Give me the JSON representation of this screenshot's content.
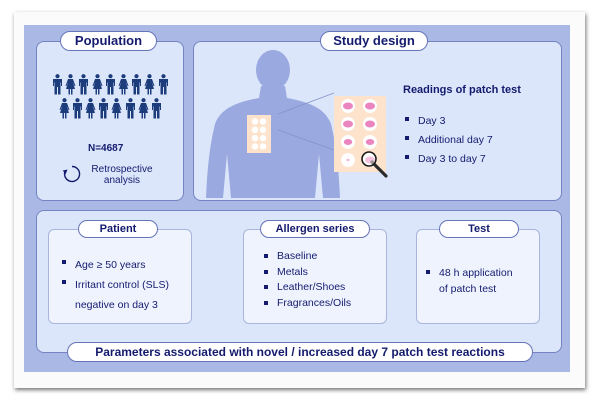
{
  "colors": {
    "frame": "#aab8e6",
    "panel": "#dbe6fb",
    "inner_panel": "#eef3fe",
    "text": "#141b6e",
    "people": "#1d3c7c",
    "silhouette": "#9aa9df",
    "patch": "#fde3cc",
    "reaction": "#e878b8"
  },
  "population": {
    "title": "Population",
    "people_icons": {
      "row1": [
        "male",
        "female",
        "male",
        "female",
        "male",
        "female",
        "male",
        "female",
        "male"
      ],
      "row2": [
        "female",
        "male",
        "female",
        "male",
        "female",
        "male",
        "female",
        "male"
      ]
    },
    "n_label": "N=4687",
    "cycle_icon": "refresh-cycle-icon",
    "method_line1": "Retrospective",
    "method_line2": "analysis"
  },
  "study_design": {
    "title": "Study design",
    "readings_title": "Readings of patch test",
    "readings": [
      "Day 3",
      "Additional day 7",
      "Day 3 to day 7"
    ],
    "patch_reactions": [
      [
        "strong",
        "strong"
      ],
      [
        "strong",
        "strong"
      ],
      [
        "medium",
        "medium"
      ],
      [
        "faint",
        "strong"
      ]
    ]
  },
  "parameters": {
    "title": "Parameters associated with novel / increased day 7 patch test reactions",
    "patient": {
      "title": "Patient",
      "items": [
        "Age ≥ 50 years",
        "Irritant control (SLS)"
      ],
      "continuation": "negative on day 3"
    },
    "allergen": {
      "title": "Allergen series",
      "items": [
        "Baseline",
        "Metals",
        "Leather/Shoes",
        "Fragrances/Oils"
      ]
    },
    "test": {
      "title": "Test",
      "items": [
        "48 h application"
      ],
      "continuation": "of patch test"
    }
  }
}
